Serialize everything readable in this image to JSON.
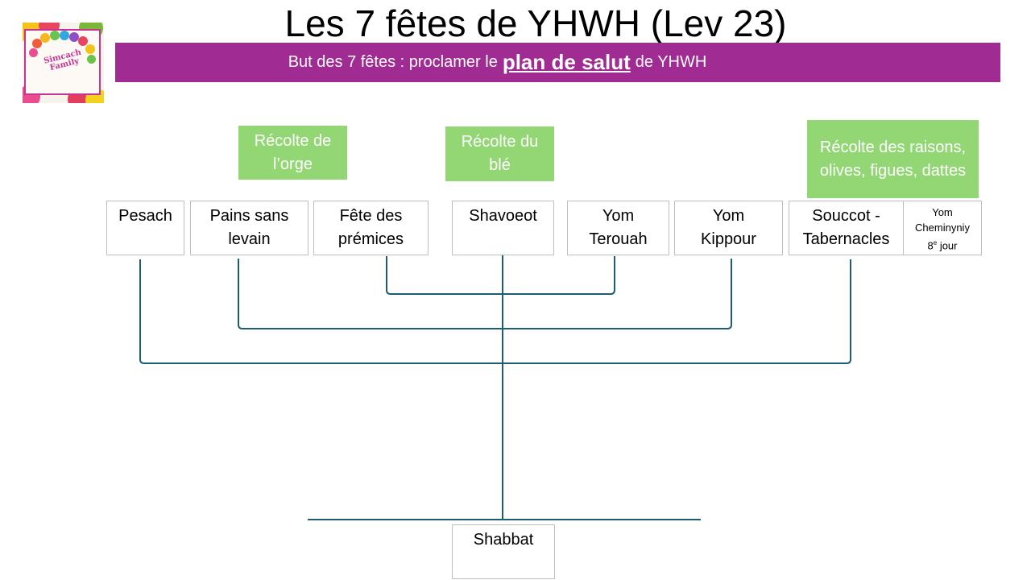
{
  "title": "Les 7 fêtes de YHWH (Lev 23)",
  "banner": {
    "prefix": "But des 7 fêtes : proclamer le",
    "emphasis": "plan de salut",
    "suffix": "de YHWH",
    "color": "#a02b93"
  },
  "logo": {
    "brand": "Simcach Family"
  },
  "harvests": {
    "color": "#92d774",
    "orge": "Récolte de l’orge",
    "ble": "Récolte du blé",
    "fruits": "Récolte des raisons, olives, figues, dattes"
  },
  "feasts": {
    "pesach": "Pesach",
    "pains": "Pains sans levain",
    "premices": "Fête des prémices",
    "shavoeot": "Shavoeot",
    "terouah": "Yom Terouah",
    "kippour": "Yom Kippour",
    "souccot": "Souccot - Tabernacles",
    "cheminyniy_name": "Yom Cheminyniy",
    "cheminyniy_num": "8",
    "cheminyniy_sup": "e",
    "cheminyniy_day": "jour"
  },
  "shabbat": "Shabbat",
  "line_color": "#1f5b73"
}
